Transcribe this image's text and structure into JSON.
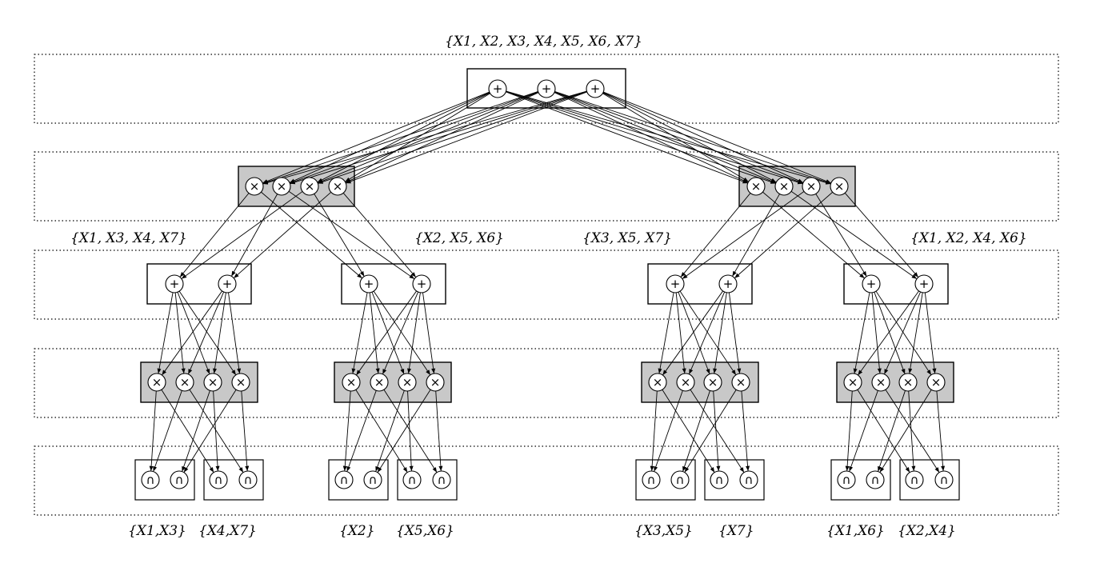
{
  "scopes": {
    "root": "{X1, X2, X3, X4, X5, X6, X7}",
    "sum_a": "{X1, X3, X4, X7}",
    "sum_b": "{X2, X5, X6}",
    "sum_c": "{X3, X5, X7}",
    "sum_d": "{X1, X2, X4, X6}",
    "leaf_1": "{X1,X3}",
    "leaf_2": "{X4,X7}",
    "leaf_3": "{X2}",
    "leaf_4": "{X5,X6}",
    "leaf_5": "{X3,X5}",
    "leaf_6": "{X7}",
    "leaf_7": "{X1,X6}",
    "leaf_8": "{X2,X4}"
  },
  "symbols": {
    "sum": "+",
    "product": "×",
    "leaf": "∩"
  },
  "colors": {
    "product_fill": "#c8c8c8",
    "sum_fill": "#ffffff",
    "stroke": "#000000"
  }
}
